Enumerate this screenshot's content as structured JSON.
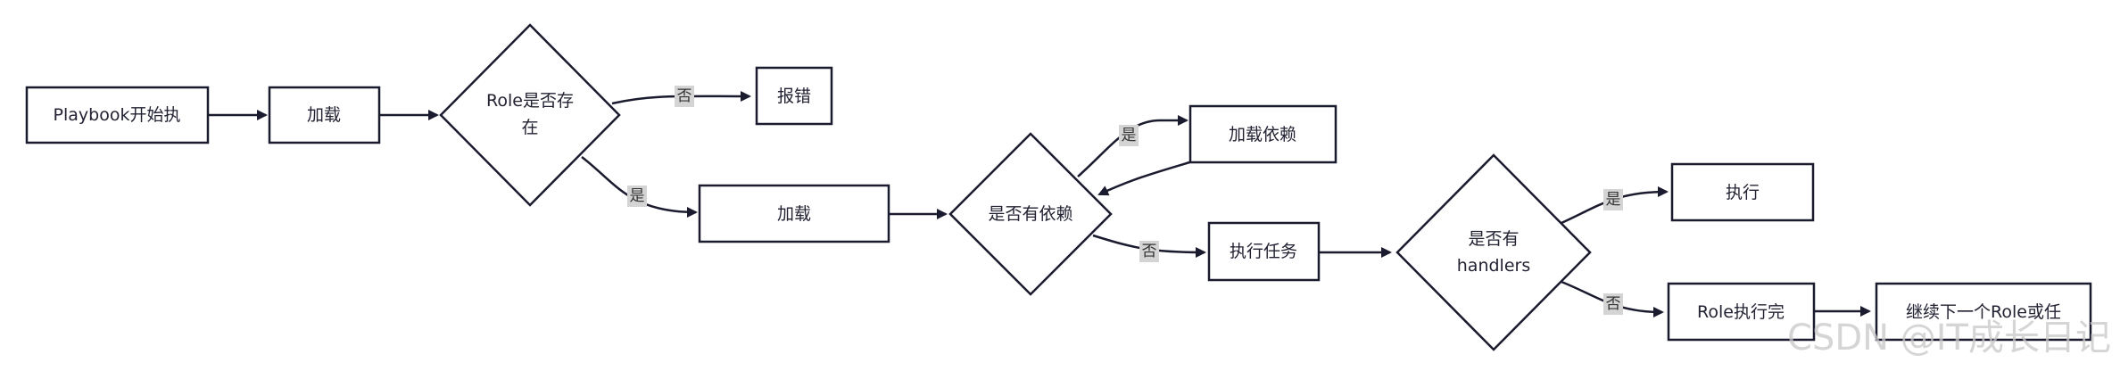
{
  "nodes": {
    "start": "Playbook开始执",
    "load1": "加载",
    "role_exists": [
      "Role是否存",
      "在"
    ],
    "error": "报错",
    "load2": "加载",
    "has_deps": "是否有依赖",
    "load_deps": "加载依赖",
    "run_tasks": "执行任务",
    "has_handlers": [
      "是否有",
      "handlers"
    ],
    "execute": "执行",
    "role_done": "Role执行完",
    "continue": "继续下一个Role或任"
  },
  "edge_labels": {
    "no1": "否",
    "yes1": "是",
    "yes2": "是",
    "no2": "否",
    "yes3": "是",
    "no3": "否"
  },
  "watermark": "CSDN @IT成长日记",
  "colors": {
    "stroke": "#1b1b2f",
    "label_bg": "#d4d4d4",
    "text": "#222233"
  }
}
